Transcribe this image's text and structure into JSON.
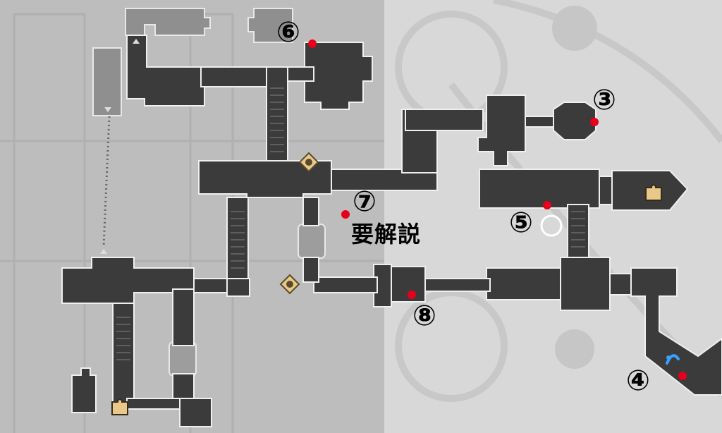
{
  "map": {
    "markers": [
      {
        "id": "6",
        "label": "⑥"
      },
      {
        "id": "3",
        "label": "③"
      },
      {
        "id": "7",
        "label": "⑦"
      },
      {
        "id": "5",
        "label": "⑤"
      },
      {
        "id": "8",
        "label": "⑧"
      },
      {
        "id": "4",
        "label": "④"
      }
    ],
    "note": "要解説",
    "colors": {
      "background": "#bcbcbc",
      "corridor": "#3a3a3a",
      "marker_dot": "#e6001a",
      "waypoint_icon": "#e8c98a",
      "teleport_icon": "#3aa0ff"
    },
    "icons": [
      "waypoint-icon",
      "puzzle-icon",
      "teleport-icon",
      "up-arrow-icon",
      "down-arrow-icon"
    ]
  }
}
